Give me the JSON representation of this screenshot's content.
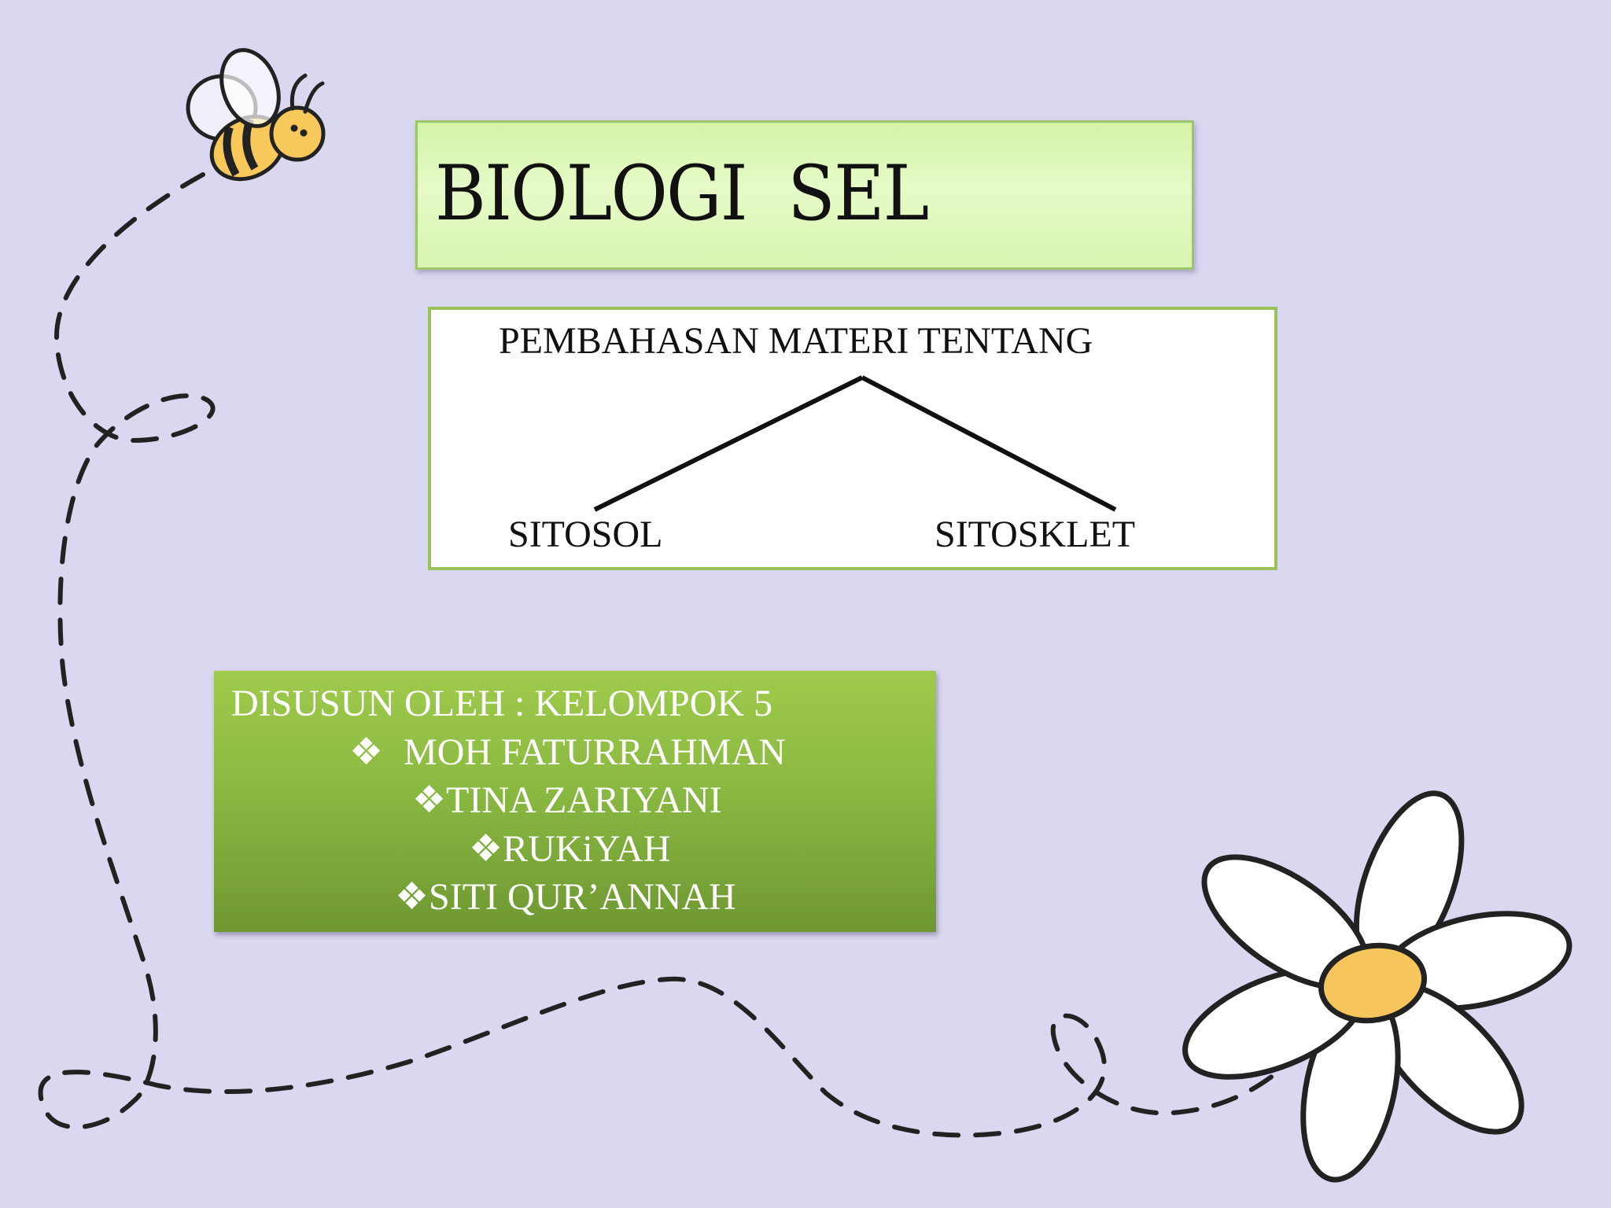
{
  "title": "BIOLOGI  SEL",
  "topics": {
    "heading": "PEMBAHASAN MATERI TENTANG",
    "left": "SITOSOL",
    "right": "SITOSKLET"
  },
  "authors": {
    "heading": "DISUSUN OLEH : KELOMPOK 5",
    "bullet_symbol": "❖",
    "members": [
      "MOH FATURRAHMAN",
      "TINA ZARIYANI",
      "RUKiYAH",
      "SITI QUR’ANNAH"
    ]
  },
  "colors": {
    "background": "#dad7f0",
    "title_fill": "#e2f8c0",
    "author_fill": "#8ab942",
    "frame_green": "#9bc35a",
    "flower_center": "#f6c55c"
  },
  "decor_icons": [
    "bee-icon",
    "daisy-flower-icon",
    "dashed-flight-path"
  ]
}
